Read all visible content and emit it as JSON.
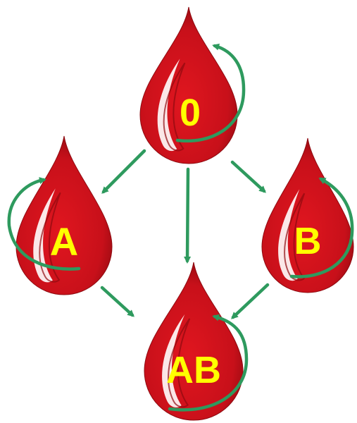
{
  "diagram": {
    "nodes": [
      {
        "id": "O",
        "label": "0"
      },
      {
        "id": "A",
        "label": "A"
      },
      {
        "id": "B",
        "label": "B"
      },
      {
        "id": "AB",
        "label": "AB"
      }
    ],
    "edges": [
      {
        "from": "O",
        "to": "A"
      },
      {
        "from": "O",
        "to": "B"
      },
      {
        "from": "O",
        "to": "AB"
      },
      {
        "from": "A",
        "to": "AB"
      },
      {
        "from": "B",
        "to": "AB"
      }
    ],
    "self_loops": [
      "O",
      "A",
      "B",
      "AB"
    ]
  },
  "colors": {
    "drop_fill": "#d0121b",
    "drop_dark": "#8e0a10",
    "drop_highlight": "#ffffff",
    "label_text": "#ffff00",
    "arrow": "#2e9a5e",
    "background": "#ffffff"
  }
}
